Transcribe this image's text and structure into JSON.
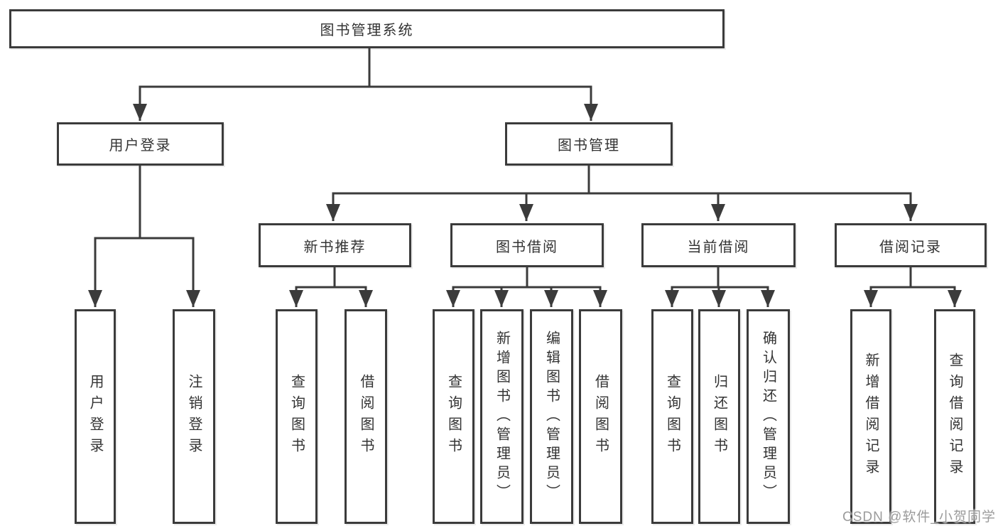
{
  "colors": {
    "line": "#3b3b3b",
    "text": "#333333",
    "box_bg": "#ffffff",
    "watermark": "#9b9b9b"
  },
  "watermark": {
    "text": "CSDN @软件_小贺同学"
  },
  "tree": {
    "label": "图书管理系统",
    "children": [
      {
        "label": "用户登录",
        "children": [
          {
            "label": "用户登录"
          },
          {
            "label": "注销登录"
          }
        ]
      },
      {
        "label": "图书管理",
        "children": [
          {
            "label": "新书推荐",
            "children": [
              {
                "label": "查询图书"
              },
              {
                "label": "借阅图书"
              }
            ]
          },
          {
            "label": "图书借阅",
            "children": [
              {
                "label": "查询图书"
              },
              {
                "label": "新增图书（管理员）"
              },
              {
                "label": "编辑图书（管理员）"
              },
              {
                "label": "借阅图书"
              }
            ]
          },
          {
            "label": "当前借阅",
            "children": [
              {
                "label": "查询图书"
              },
              {
                "label": "归还图书"
              },
              {
                "label": "确认归还（管理员）"
              }
            ]
          },
          {
            "label": "借阅记录",
            "children": [
              {
                "label": "新增借阅记录"
              },
              {
                "label": "查询借阅记录"
              }
            ]
          }
        ]
      }
    ]
  }
}
